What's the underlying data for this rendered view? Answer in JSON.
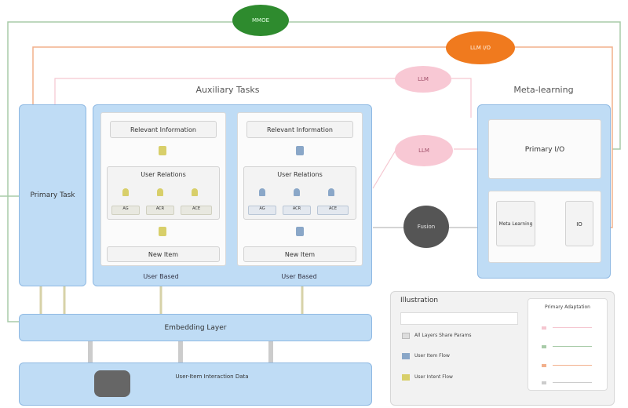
{
  "diagram": {
    "auxiliary_tasks_title": "Auxiliary Tasks",
    "meta_learning_title": "Meta-learning",
    "primary_task_label": "Primary Task",
    "embedding_layer_label": "Embedding Layer",
    "bottom_layer_label": "User-Item Interaction Data",
    "user_based_label": "User Based",
    "relevant_information_label": "Relevant Information",
    "user_relations_label": "User Relations",
    "new_item_label": "New Item",
    "primary_io_label": "Primary I/O",
    "meta_inner_left_label": "Meta Learning",
    "meta_inner_right_label": "IO",
    "top_green_label": "MMOE",
    "top_orange_label": "LLM I/O",
    "pink_upper_label": "LLM",
    "pink_lower_label": "LLM",
    "gray_circle_label": "Fusion",
    "chip_labels": [
      "AG",
      "ACR",
      "ACE"
    ],
    "legend": {
      "title": "Illustration",
      "row1": "",
      "row2": "All Layers Share Params",
      "row3": "User Item Flow",
      "row4": "User Intent Flow",
      "side_title": "Primary Adaptation",
      "side_rows": [
        "",
        "",
        "",
        ""
      ]
    },
    "colors": {
      "panel_blue": "#bfdcf5",
      "green": "#2e8b2e",
      "orange": "#f07a1e",
      "pink": "#f8c8d4",
      "gray_node": "#555555"
    }
  }
}
